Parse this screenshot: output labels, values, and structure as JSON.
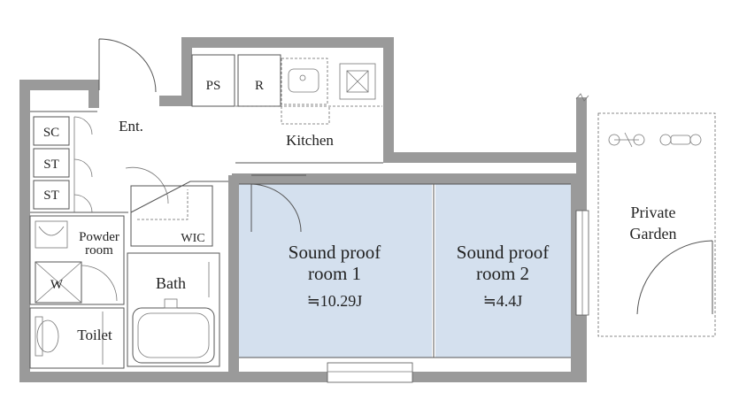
{
  "labels": {
    "ps": "PS",
    "r": "R",
    "sc": "SC",
    "st1": "ST",
    "st2": "ST",
    "entrance": "Ent.",
    "kitchen": "Kitchen",
    "wic": "WIC",
    "powder_room_1": "Powder",
    "powder_room_2": "room",
    "washer": "W",
    "bath": "Bath",
    "toilet": "Toilet",
    "room1_line1": "Sound proof",
    "room1_line2": "room 1",
    "room1_size": "≒10.29J",
    "room2_line1": "Sound proof",
    "room2_line2": "room 2",
    "room2_size": "≒4.4J",
    "garden_line1": "Private",
    "garden_line2": "Garden"
  },
  "colors": {
    "wall": "#9a9a9a",
    "soundproof_room_fill": "#d4e0ee",
    "line": "#555555"
  }
}
